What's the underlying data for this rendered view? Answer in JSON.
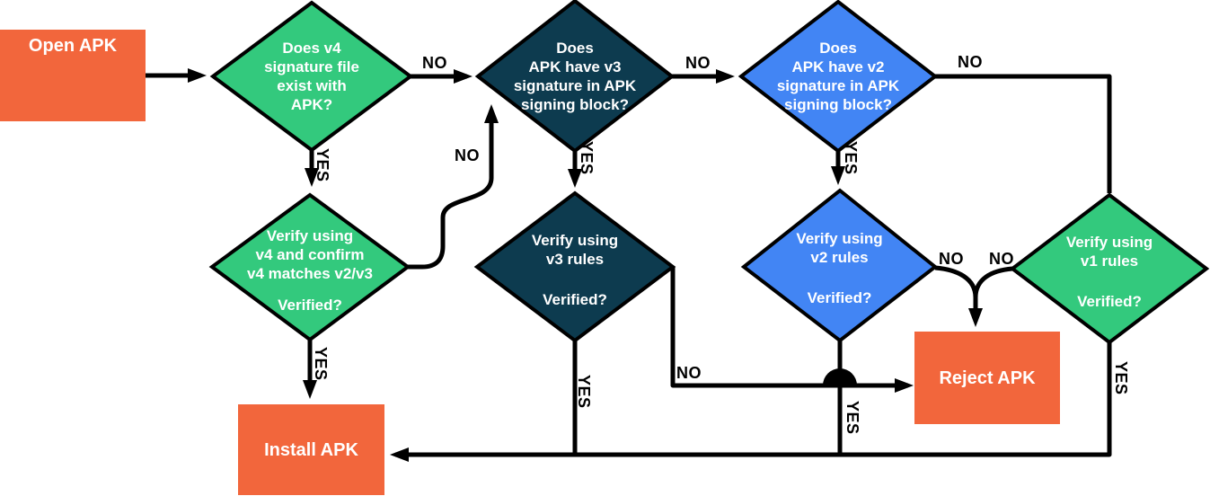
{
  "colors": {
    "orange": "#f2663c",
    "green": "#33c97d",
    "navy": "#0d3b4f",
    "blue": "#4285f4",
    "line": "#000000",
    "text_on_shape": "#ffffff",
    "label_text": "#000000"
  },
  "nodes": {
    "open_apk": {
      "label": "Open APK"
    },
    "q_v4_exists": {
      "label": "Does v4\nsignature file\nexist with\nAPK?"
    },
    "q_v3_block": {
      "label": "Does\nAPK have v3\nsignature in APK\nsigning block?"
    },
    "q_v2_block": {
      "label": "Does\nAPK have v2\nsignature in APK\nsigning block?"
    },
    "verify_v4": {
      "label": "Verify using\nv4 and confirm\nv4 matches v2/v3",
      "sub": "Verified?"
    },
    "verify_v3": {
      "label": "Verify using\nv3 rules",
      "sub": "Verified?"
    },
    "verify_v2": {
      "label": "Verify using\nv2 rules",
      "sub": "Verified?"
    },
    "verify_v1": {
      "label": "Verify using\nv1 rules",
      "sub": "Verified?"
    },
    "install_apk": {
      "label": "Install APK"
    },
    "reject_apk": {
      "label": "Reject APK"
    }
  },
  "edge_labels": {
    "v4_exists_no": "NO",
    "v4_exists_yes": "YES",
    "v3_block_no": "NO",
    "v3_block_yes": "YES",
    "v2_block_no": "NO",
    "v2_block_yes": "YES",
    "v4_verified_no": "NO",
    "v4_verified_yes": "YES",
    "v3_verified_no": "NO",
    "v3_verified_yes": "YES",
    "v2_verified_no": "NO",
    "v2_verified_yes": "YES",
    "v1_verified_no": "NO",
    "v1_verified_yes": "YES"
  }
}
